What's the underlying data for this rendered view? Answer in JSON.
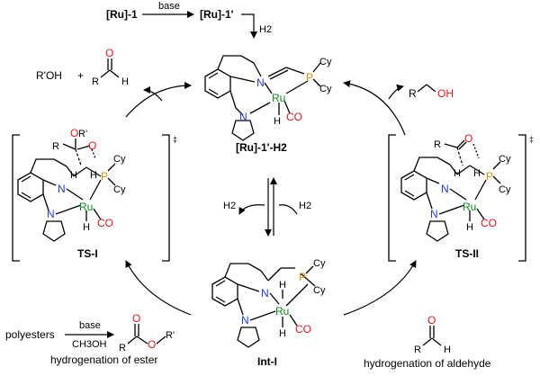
{
  "scheme": {
    "top_reaction": {
      "reactant": "[Ru]-1",
      "condition": "base",
      "product": "[Ru]-1'",
      "reagent": "H2"
    },
    "complexes": {
      "top": {
        "label": "[Ru]-1'-H2"
      },
      "left": {
        "label": "TS-I",
        "marker": "‡"
      },
      "right": {
        "label": "TS-II",
        "marker": "‡"
      },
      "bottom": {
        "label": "Int-I"
      }
    },
    "atoms": {
      "N": "N",
      "Ru": "Ru",
      "P": "P",
      "Cy": "Cy",
      "H": "H",
      "CO": "CO",
      "O": "O",
      "R": "R",
      "Rp": "R'"
    },
    "top_left": {
      "alcohol": "R'OH",
      "plus": "+",
      "aldehyde_H": "H",
      "aldehyde_R": "R"
    },
    "top_right": {
      "alcohol_R": "R",
      "alcohol_OH": "OH"
    },
    "middle": {
      "left": "H2",
      "right": "H2"
    },
    "bottom_left": {
      "polymer": "polyesters",
      "condition_top": "base",
      "condition_bottom": "CH3OH",
      "ester_R": "R",
      "ester_Rp": "R'",
      "caption": "hydrogenation of ester"
    },
    "bottom_right": {
      "aldehyde_R": "R",
      "aldehyde_H": "H",
      "caption": "hydrogenation of aldehyde"
    }
  },
  "colors": {
    "N": "#1f3fd6",
    "Ru": "#0f8a1e",
    "P": "#e08a00",
    "O": "#e11b1b"
  }
}
